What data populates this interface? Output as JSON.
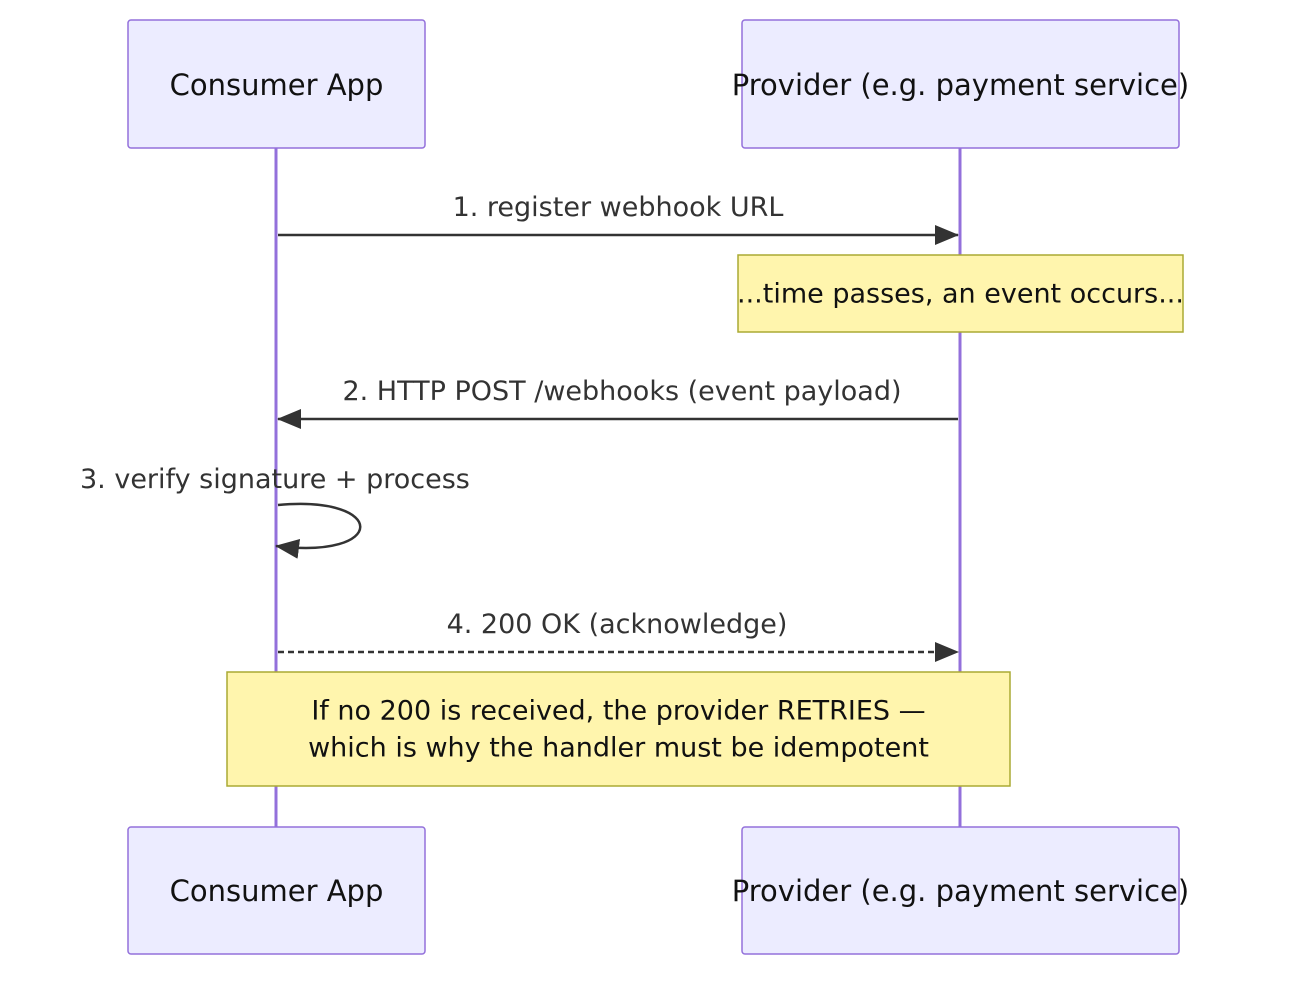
{
  "diagram": {
    "type": "sequence",
    "participants": {
      "consumer": "Consumer App",
      "provider": "Provider (e.g. payment service)"
    },
    "messages": {
      "m1": "1. register webhook URL",
      "m2": "2. HTTP POST /webhooks (event payload)",
      "m3": "3. verify signature + process",
      "m4": "4. 200 OK (acknowledge)"
    },
    "notes": {
      "n1": "...time passes, an event occurs...",
      "n2_line1": "If no 200 is received, the provider RETRIES —",
      "n2_line2": "which is why the handler must be idempotent"
    },
    "colors": {
      "actor_fill": "#ECECFF",
      "actor_border": "#9370DB",
      "lifeline": "#9370DB",
      "note_fill": "#FFF5AD",
      "note_border": "#AAAA33",
      "message_line": "#333333"
    }
  }
}
